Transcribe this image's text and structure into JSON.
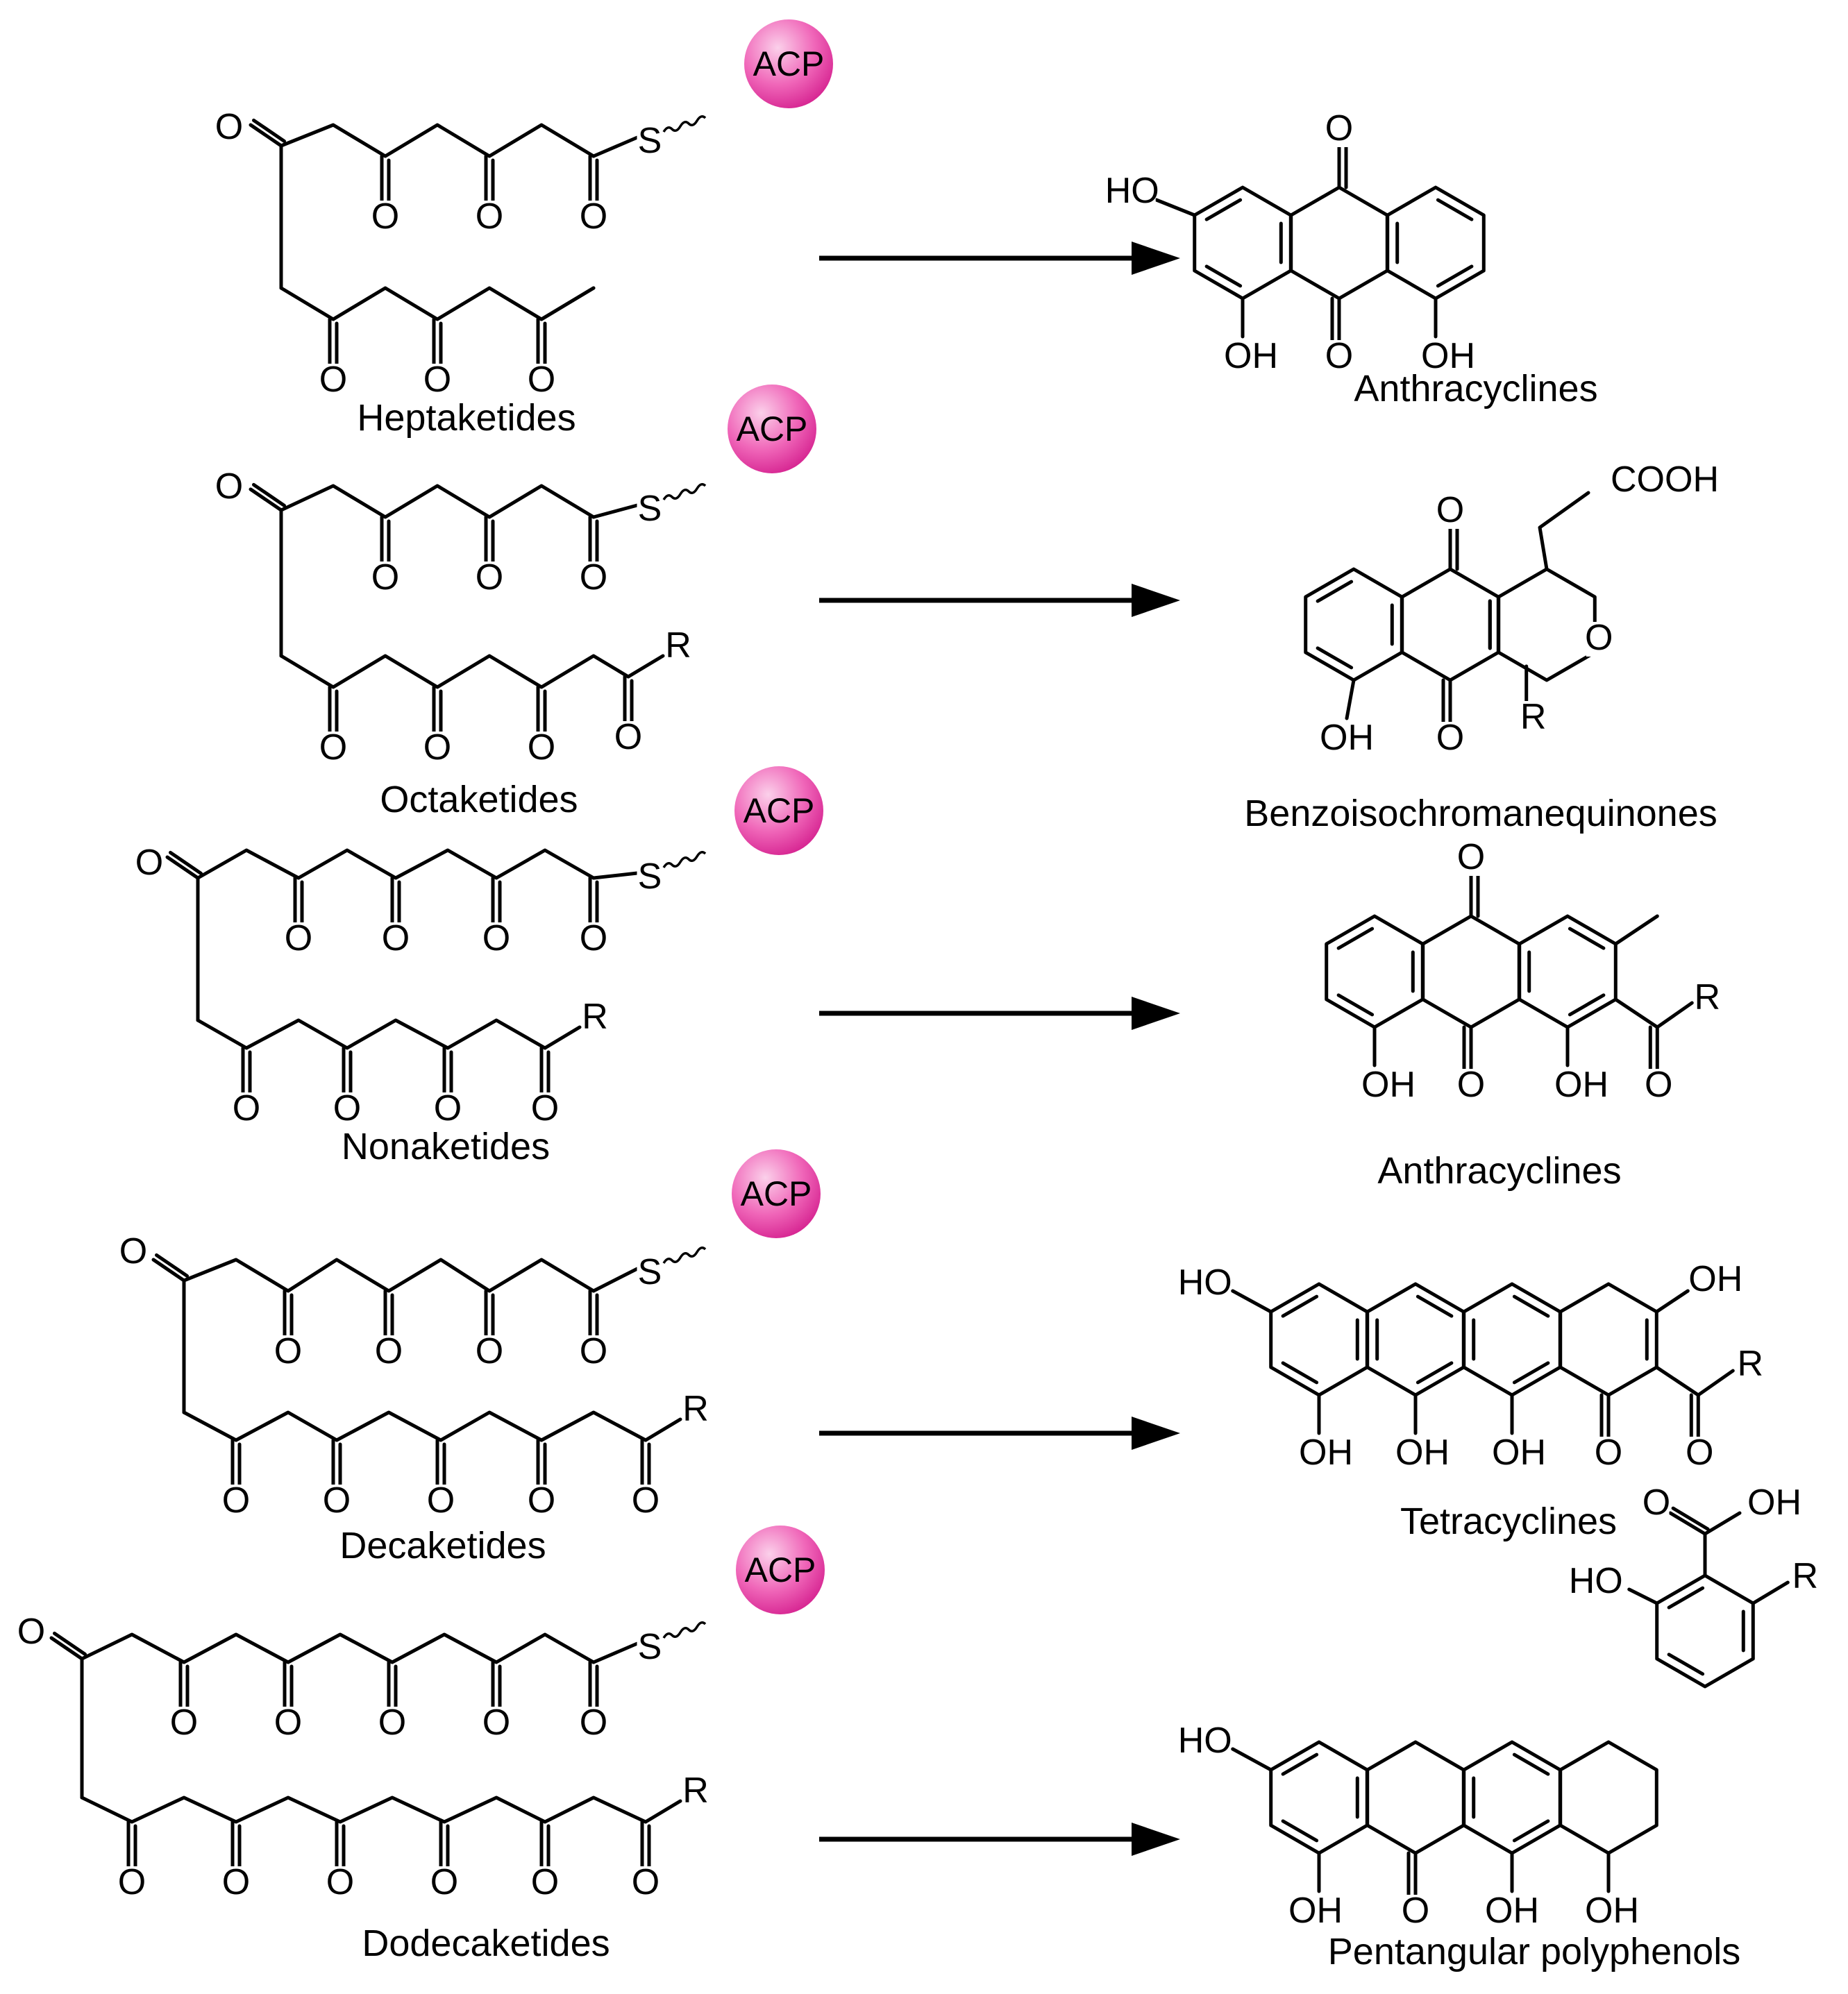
{
  "colors": {
    "acp_light": "#fbd0ea",
    "acp_mid": "#f067b9",
    "acp_dark": "#d41f8e",
    "ink": "#000000"
  },
  "atom_labels": {
    "oxygen": "O",
    "sulfur": "S",
    "r_group": "R",
    "hydroxyl_left": "HO",
    "hydroxyl_right": "OH",
    "carboxyl": "COOH",
    "carrier": "ACP"
  },
  "rows": [
    {
      "precursor": "Heptaketides",
      "product": "Anthracyclines"
    },
    {
      "precursor": "Octaketides",
      "product": "Benzoisochromanequinones"
    },
    {
      "precursor": "Nonaketides",
      "product": "Anthracyclines"
    },
    {
      "precursor": "Decaketides",
      "product": "Tetracyclines"
    },
    {
      "precursor": "Dodecaketides",
      "product": "Pentangular polyphenols"
    }
  ]
}
